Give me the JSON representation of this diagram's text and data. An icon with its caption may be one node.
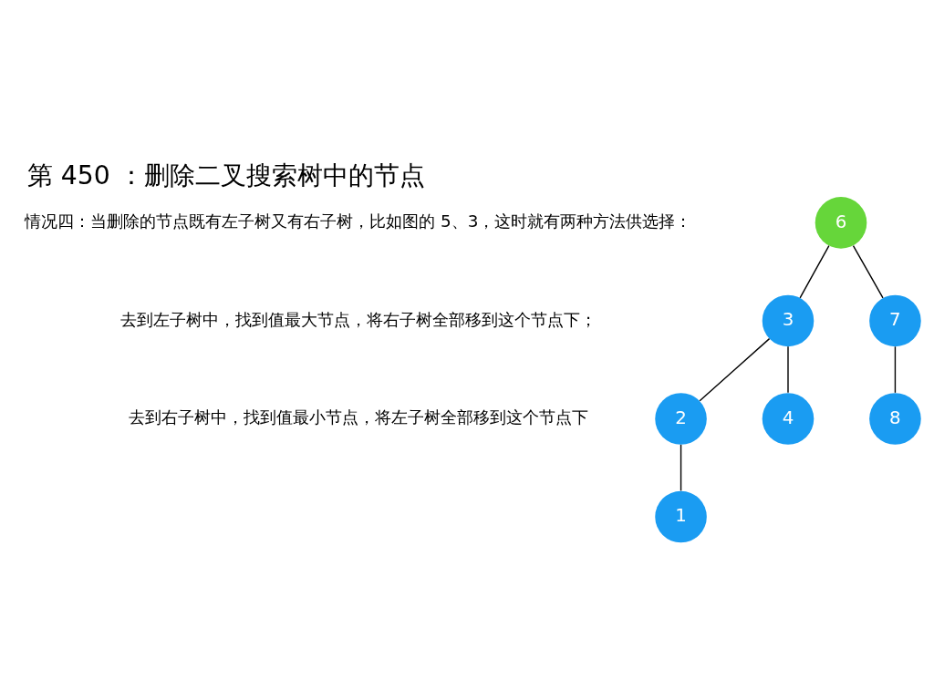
{
  "diagram": {
    "title": "第 450 ：删除二叉搜索树中的节点",
    "nodes": [
      {
        "text": [
          "6"
        ]
      },
      {
        "text": [
          "3"
        ]
      },
      {
        "text": [
          "7"
        ]
      },
      {
        "text": [
          "2"
        ]
      },
      {
        "text": [
          "4"
        ]
      },
      {
        "text": [
          "8"
        ]
      },
      {
        "text": [
          "1"
        ]
      }
    ],
    "edges": [
      {
        "from": 0,
        "to": 1,
        "arrow": "none"
      },
      {
        "from": 0,
        "to": 2,
        "arrow": "none"
      },
      {
        "from": 1,
        "to": 3,
        "arrow": "none"
      },
      {
        "from": 1,
        "to": 4,
        "arrow": "none"
      },
      {
        "from": 2,
        "to": 5,
        "arrow": "none"
      },
      {
        "from": 3,
        "to": 6,
        "arrow": "none"
      }
    ],
    "labels": [
      "情况四：当删除的节点既有左子树又有右子树，比如图的 5、3，这时就有两种方法供选择：",
      "去到左子树中，找到值最大节点，将右子树全部移到这个节点下；",
      "去到右子树中，找到值最小节点，将左子树全部移到这个节点下"
    ]
  }
}
